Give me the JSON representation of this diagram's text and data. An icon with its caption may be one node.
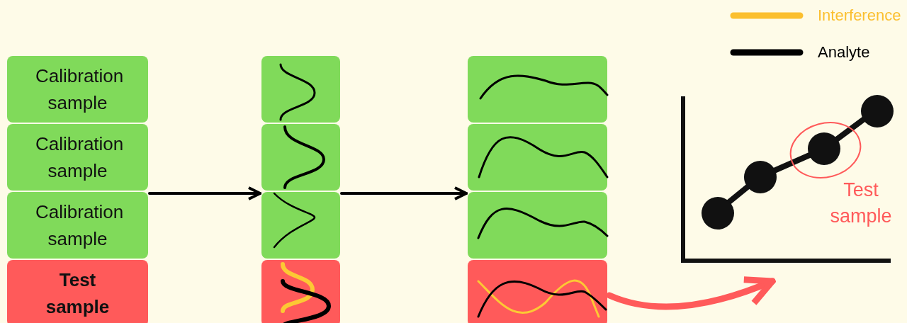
{
  "diagram": {
    "nodes": [
      {
        "text": [
          "Calibration sample"
        ]
      },
      {
        "text": [
          "Calibration sample"
        ]
      },
      {
        "text": [
          "Calibration sample"
        ]
      },
      {
        "text": [
          "Test sample"
        ]
      },
      {
        "text": [],
        "shape": "box"
      },
      {
        "text": [],
        "shape": "box"
      },
      {
        "text": [],
        "shape": "box"
      },
      {
        "text": [],
        "shape": "box"
      },
      {
        "text": [],
        "shape": "box"
      },
      {
        "text": [],
        "shape": "box"
      },
      {
        "text": [],
        "shape": "box"
      },
      {
        "text": [],
        "shape": "box"
      },
      {
        "text": [
          "Test sample"
        ]
      }
    ],
    "edges": [
      {
        "from": 2,
        "to": 6,
        "arrow": "to"
      },
      {
        "from": 6,
        "to": 10,
        "arrow": "to"
      },
      {
        "from": 11,
        "to": 12,
        "arrow": "to",
        "style": "thick",
        "color": "#ff5a5a"
      }
    ],
    "legend": [
      {
        "text": "Interference"
      },
      {
        "text": "Analyte"
      }
    ]
  }
}
